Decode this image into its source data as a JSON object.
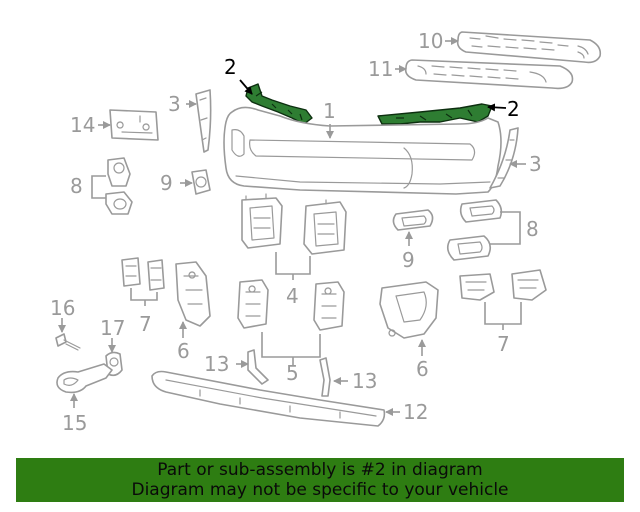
{
  "callouts": {
    "c1": "1",
    "c2a": "2",
    "c2b": "2",
    "c3a": "3",
    "c3b": "3",
    "c4": "4",
    "c5": "5",
    "c6a": "6",
    "c6b": "6",
    "c7a": "7",
    "c7b": "7",
    "c8a": "8",
    "c8b": "8",
    "c9a": "9",
    "c9b": "9",
    "c10": "10",
    "c11": "11",
    "c12": "12",
    "c13a": "13",
    "c13b": "13",
    "c14": "14",
    "c15": "15",
    "c16": "16",
    "c17": "17"
  },
  "highlighted_part": "2",
  "banner": {
    "line1": "Part or sub-assembly is #2 in diagram",
    "line2": "Diagram may not be specific to your vehicle"
  },
  "colors": {
    "highlight": "#2e7d32",
    "banner": "#2e7d12",
    "line_art": "#9a9a9a"
  }
}
